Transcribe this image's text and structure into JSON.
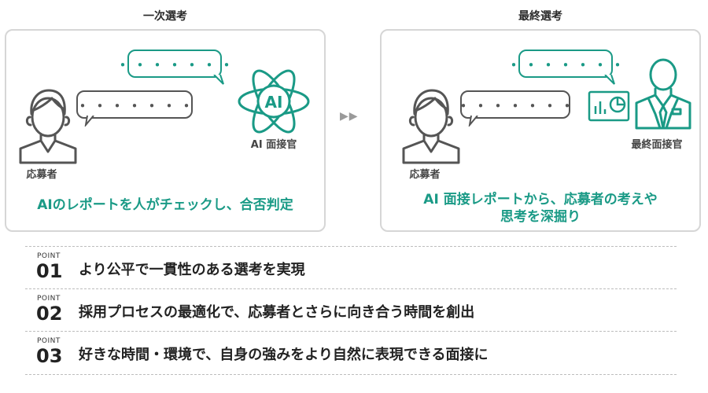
{
  "stages": {
    "first": {
      "title": "一次選考",
      "interviewer_label": "AI 面接官",
      "applicant_label": "応募者",
      "bubble_top": "・・・・・・・",
      "bubble_mid": "・・・・・・・",
      "ai_badge": "AI",
      "summary": "AIのレポートを人がチェックし、合否判定"
    },
    "final": {
      "title": "最終選考",
      "interviewer_label": "最終面接官",
      "applicant_label": "応募者",
      "bubble_top": "・・・・・・・",
      "bubble_mid": "・・・・・・・",
      "summary_line1": "AI 面接レポートから、応募者の考えや",
      "summary_line2": "思考を深掘り"
    },
    "arrow": "▶▶"
  },
  "points": [
    {
      "label": "POINT",
      "number": "01",
      "text": "より公平で一貫性のある選考を実現"
    },
    {
      "label": "POINT",
      "number": "02",
      "text": "採用プロセスの最適化で、応募者とさらに向き合う時間を創出"
    },
    {
      "label": "POINT",
      "number": "03",
      "text": "好きな時間・環境で、自身の強みをより自然に表現できる面接に"
    }
  ],
  "colors": {
    "accent": "#1a9a86",
    "border": "#d6d6d6",
    "ink": "#222222"
  },
  "icons": [
    "applicant-person-icon",
    "ai-atom-icon",
    "presentation-chart-icon",
    "interviewer-suit-icon"
  ]
}
